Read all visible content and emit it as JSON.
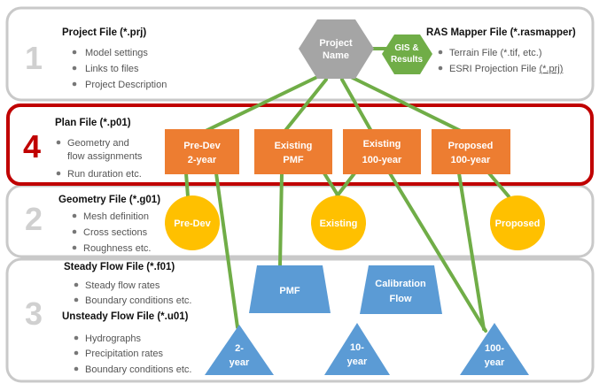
{
  "project_section": {
    "number": "1",
    "title": "Project File (*.prj)",
    "bullets": [
      "Model settings",
      "Links to files",
      "Project Description"
    ]
  },
  "mapper_section": {
    "title": "RAS Mapper File (*.rasmapper)",
    "bullets": [
      "Terrain File (*.tif, etc.)",
      "ESRI Projection File"
    ],
    "link_text": "(*.prj)"
  },
  "project_node": {
    "line1": "Project",
    "line2": "Name"
  },
  "gis_node": {
    "line1": "GIS &",
    "line2": "Results"
  },
  "plan_section": {
    "number": "4",
    "title": "Plan File (*.p01)",
    "bullets": [
      "Geometry and",
      "flow assignments",
      "Run duration etc."
    ],
    "plans": [
      {
        "line1": "Pre-Dev",
        "line2": "2-year"
      },
      {
        "line1": "Existing",
        "line2": "PMF"
      },
      {
        "line1": "Existing",
        "line2": "100-year"
      },
      {
        "line1": "Proposed",
        "line2": "100-year"
      }
    ]
  },
  "geometry_section": {
    "number": "2",
    "title": "Geometry File (*.g01)",
    "bullets": [
      "Mesh definition",
      "Cross sections",
      "Roughness etc."
    ],
    "geometries": [
      "Pre-Dev",
      "Existing",
      "Proposed"
    ]
  },
  "flow_section": {
    "number": "3",
    "steady_title": "Steady Flow File (*.f01)",
    "steady_bullets": [
      "Steady flow rates",
      "Boundary conditions etc."
    ],
    "unsteady_title": "Unsteady Flow File (*.u01)",
    "unsteady_bullets": [
      "Hydrographs",
      "Precipitation rates",
      "Boundary conditions etc."
    ],
    "steady_flows": [
      {
        "line1": "PMF",
        "line2": ""
      },
      {
        "line1": "Calibration",
        "line2": "Flow"
      }
    ],
    "unsteady_flows": [
      {
        "line1": "2-",
        "line2": "year"
      },
      {
        "line1": "10-",
        "line2": "year"
      },
      {
        "line1": "100-",
        "line2": "year"
      }
    ]
  },
  "colors": {
    "plan_orange": "#ed7d31",
    "geometry_yellow": "#ffc000",
    "flow_blue": "#5b9bd5",
    "project_gray": "#a5a5a5",
    "gis_green": "#70ad47",
    "plan_border_red": "#c00000"
  }
}
